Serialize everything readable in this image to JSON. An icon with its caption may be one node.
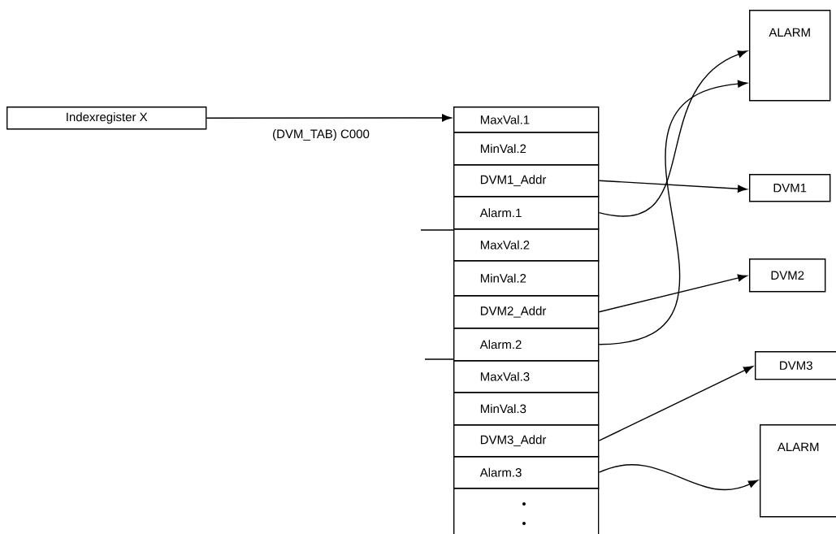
{
  "diagram": {
    "nodes": [
      {
        "text": [
          "Indexregister X"
        ]
      },
      {
        "text": [
          "ALARM"
        ]
      },
      {
        "text": [
          "MaxVal.1"
        ]
      },
      {
        "text": [
          "MinVal.2"
        ]
      },
      {
        "text": [
          "DVM1_Addr"
        ]
      },
      {
        "text": [
          "Alarm.1"
        ]
      },
      {
        "text": [
          "MaxVal.2"
        ]
      },
      {
        "text": [
          "MinVal.2"
        ]
      },
      {
        "text": [
          "DVM2_Addr"
        ]
      },
      {
        "text": [
          "Alarm.2"
        ]
      },
      {
        "text": [
          "MaxVal.3"
        ]
      },
      {
        "text": [
          "MinVal.3"
        ]
      },
      {
        "text": [
          "DVM3_Addr"
        ]
      },
      {
        "text": [
          "Alarm.3"
        ]
      },
      {
        "text": [],
        "shape": "box"
      },
      {
        "text": [
          "DVM1"
        ]
      },
      {
        "text": [
          "DVM2"
        ]
      },
      {
        "text": [
          "DVM3"
        ]
      },
      {
        "text": [
          "ALARM"
        ]
      }
    ],
    "edges": [
      {
        "from": 0,
        "to": 2,
        "arrow": "to",
        "label": "(DVM_TAB)  C000"
      },
      {
        "from": 4,
        "to": 15,
        "arrow": "to"
      },
      {
        "from": 5,
        "to": 1,
        "arrow": "to"
      },
      {
        "from": 8,
        "to": 16,
        "arrow": "to"
      },
      {
        "from": 9,
        "to": 1,
        "arrow": "to"
      },
      {
        "from": 12,
        "to": 17,
        "arrow": "to"
      },
      {
        "from": 13,
        "to": 18,
        "arrow": "to"
      }
    ]
  }
}
